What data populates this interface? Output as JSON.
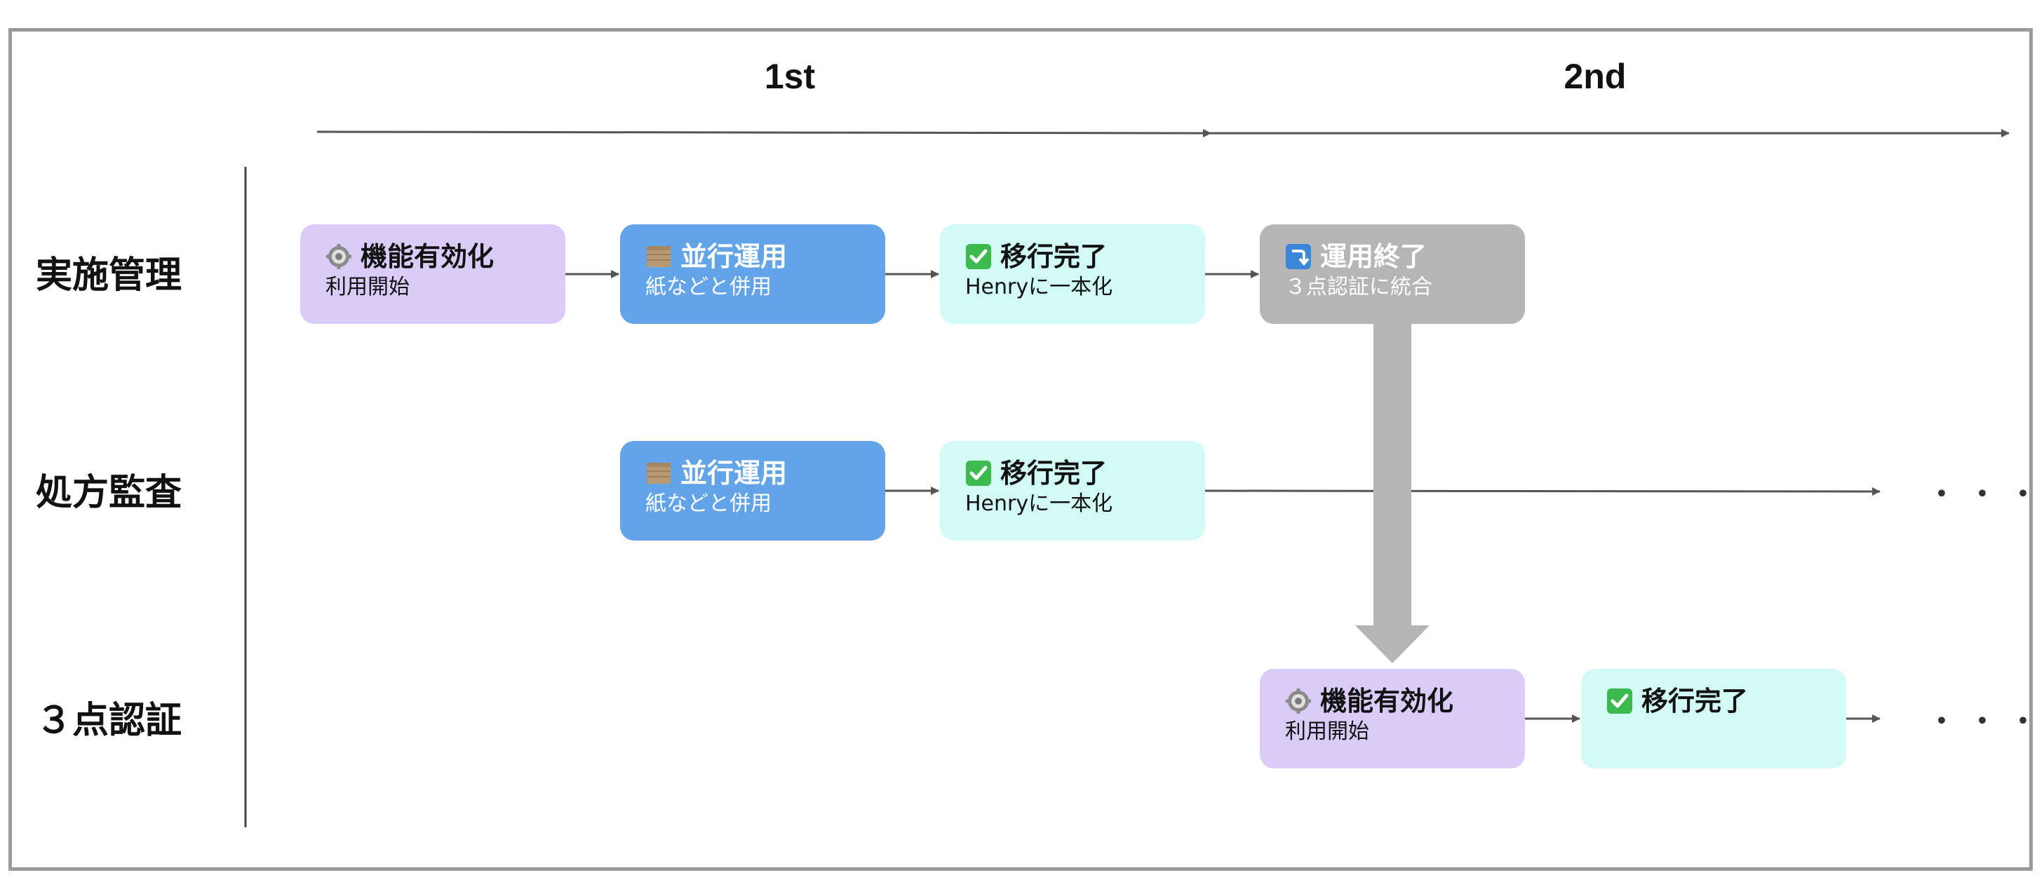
{
  "phases": {
    "first": "1st",
    "second": "2nd"
  },
  "rows": {
    "r1": "実施管理",
    "r2": "処方監査",
    "r3": "３点認証"
  },
  "cards": {
    "r1_enable": {
      "title": "機能有効化",
      "sub": "利用開始",
      "icon": "gear-icon"
    },
    "r1_parallel": {
      "title": "並行運用",
      "sub": "紙などと併用",
      "icon": "paper-stack-icon"
    },
    "r1_done": {
      "title": "移行完了",
      "sub": "Henryに一本化",
      "icon": "check-icon"
    },
    "r1_end": {
      "title": "運用終了",
      "sub": "３点認証に統合",
      "icon": "arrow-turn-down-icon"
    },
    "r2_parallel": {
      "title": "並行運用",
      "sub": "紙などと併用",
      "icon": "paper-stack-icon"
    },
    "r2_done": {
      "title": "移行完了",
      "sub": "Henryに一本化",
      "icon": "check-icon"
    },
    "r3_enable": {
      "title": "機能有効化",
      "sub": "利用開始",
      "icon": "gear-icon"
    },
    "r3_done": {
      "title": "移行完了",
      "sub": "",
      "icon": "check-icon"
    }
  },
  "continuation": "・・・",
  "colors": {
    "enable": "#d9ccf8",
    "parallel": "#63a4e9",
    "done": "#d1fbf4",
    "end": "#b5b5b5",
    "line": "#555555"
  }
}
